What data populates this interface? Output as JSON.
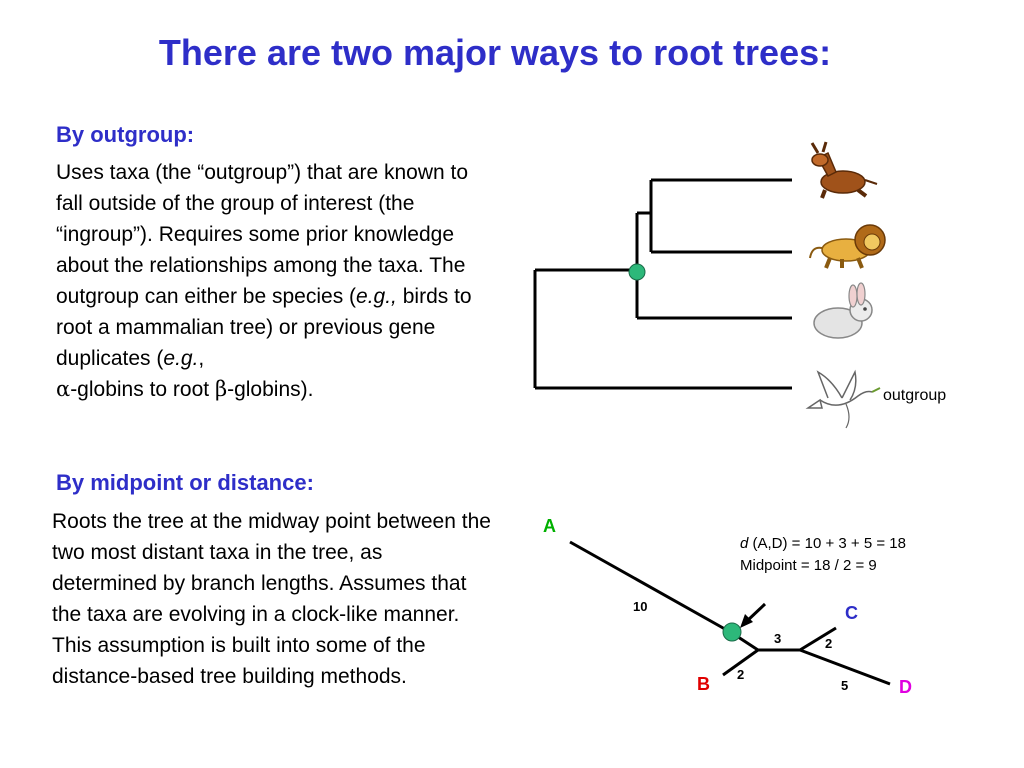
{
  "slide": {
    "title": "There are two major ways to root trees:"
  },
  "outgroup_section": {
    "heading": "By outgroup:",
    "text_1": "Uses taxa (the “outgroup”) that are known to fall outside of the group of interest (the “ingroup”).  Requires some prior knowledge about the relationships among the taxa.  The outgroup can either be species (",
    "eg_1": "e.g.,",
    "text_2": " birds to root a mammalian tree) or previous gene duplicates (",
    "eg_2": "e.g.",
    "text_3": ",",
    "alpha": "α",
    "text_4": "-globins to root ",
    "beta": "β",
    "text_5": "-globins)."
  },
  "midpoint_section": {
    "heading": "By midpoint or distance:",
    "text": "Roots the tree at the midway point between the two most distant taxa in the tree, as determined by branch lengths.  Assumes that the taxa are evolving in a clock-like manner.  This assumption is built into some of the distance-based tree building methods."
  },
  "outgroup_tree": {
    "taxa_icons": [
      "donkey-icon",
      "lion-icon",
      "rabbit-icon",
      "dove-icon"
    ],
    "outgroup_label": "outgroup",
    "root_color": "#2db87a"
  },
  "midpoint_tree": {
    "labels": {
      "A": "A",
      "B": "B",
      "C": "C",
      "D": "D"
    },
    "label_colors": {
      "A": "#00b000",
      "B": "#e00000",
      "C": "#2e2ec8",
      "D": "#e000e0"
    },
    "branch_lengths": {
      "A": "10",
      "internal": "3",
      "B": "2",
      "C": "2",
      "D": "5"
    },
    "formula_d": "d",
    "formula_rest": " (A,D) = 10 + 3 + 5 = 18",
    "midpoint_text": "Midpoint = 18 / 2 = 9",
    "root_color": "#2db87a"
  }
}
